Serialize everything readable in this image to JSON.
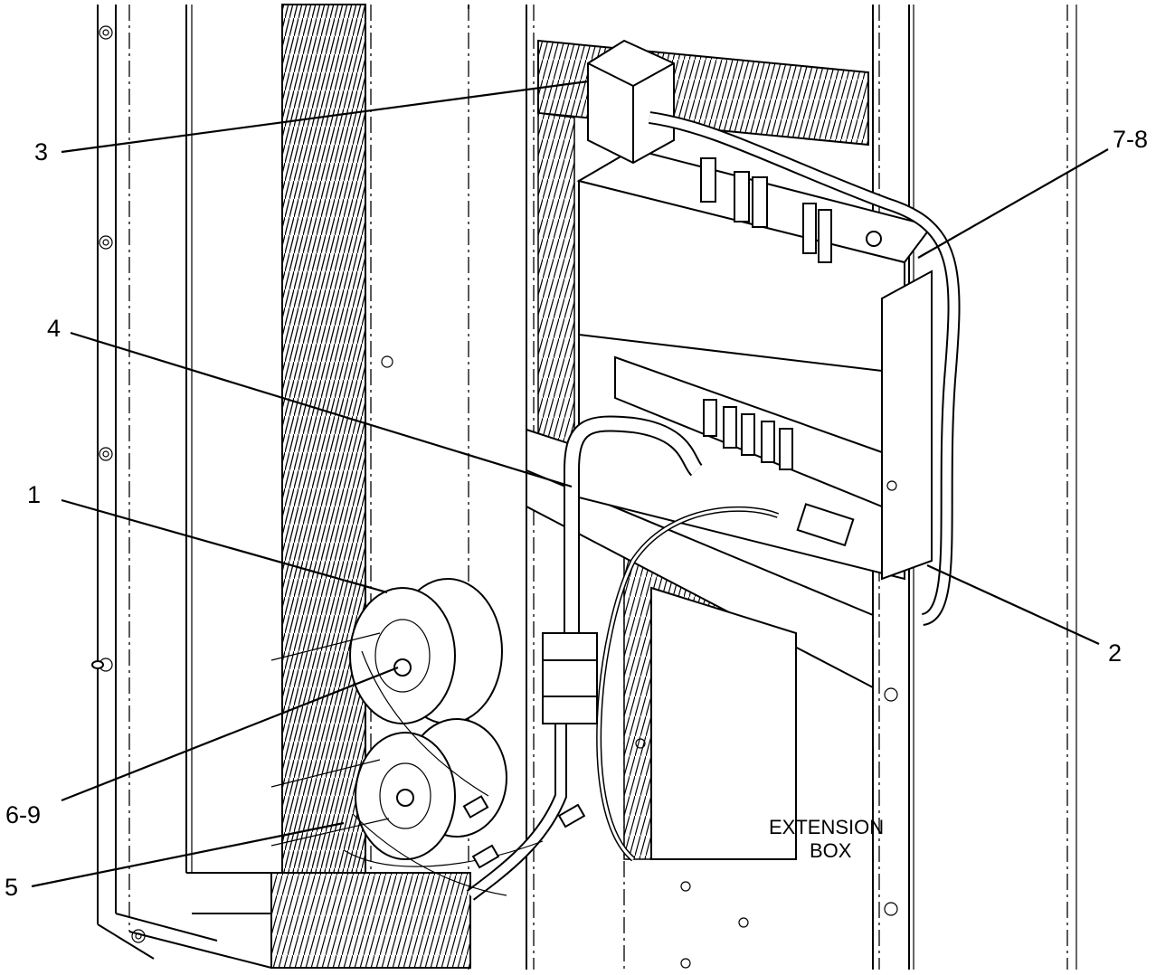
{
  "callouts": {
    "c1": "1",
    "c2": "2",
    "c3": "3",
    "c4": "4",
    "c5": "5",
    "c69": "6-9",
    "c78": "7-8"
  },
  "notes": {
    "extension_line1": "EXTENSION",
    "extension_line2": "BOX"
  }
}
